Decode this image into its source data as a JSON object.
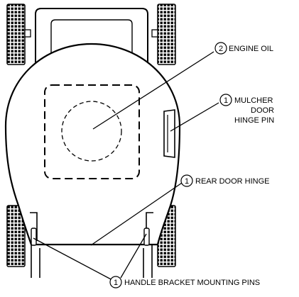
{
  "labels": {
    "engine_oil": {
      "num": "2",
      "text": "ENGINE OIL"
    },
    "mulcher": {
      "num": "1",
      "lines": [
        "MULCHER",
        "DOOR",
        "HINGE PIN"
      ]
    },
    "rear_door": {
      "num": "1",
      "text": "REAR DOOR HINGE"
    },
    "handle": {
      "num": "1",
      "text": "HANDLE BRACKET MOUNTING PINS"
    }
  }
}
